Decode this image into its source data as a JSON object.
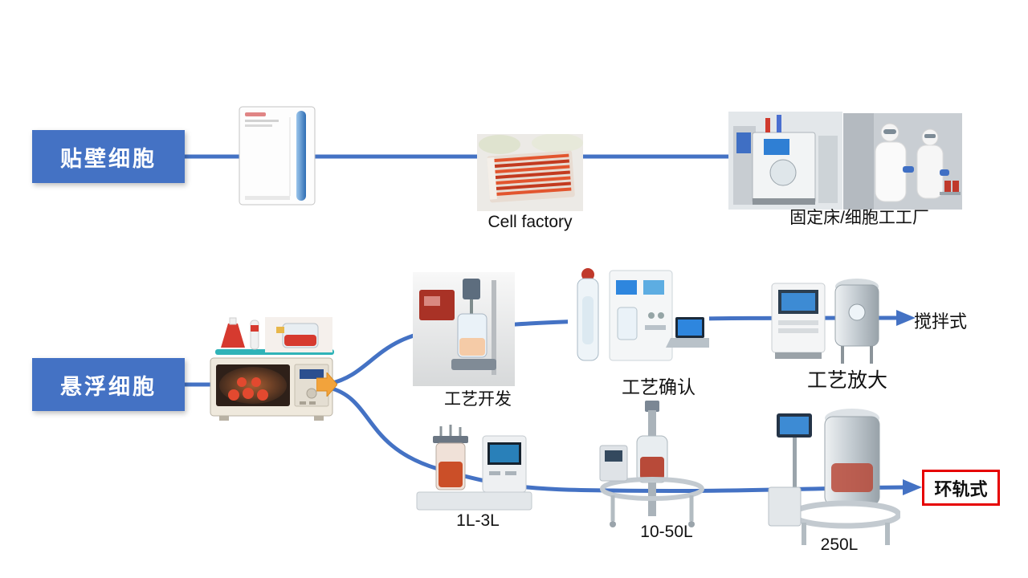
{
  "slide": {
    "background": "#ffffff",
    "colors": {
      "accent_blue": "#4472C4",
      "connector_blue": "#4472C4",
      "highlight_red_border": "#E60000",
      "orange_arrow": "#F2A33C",
      "text": "#111111"
    },
    "rows": {
      "adherent": {
        "label": "贴壁细胞",
        "items": [
          {
            "id": "co2-incubator",
            "caption": ""
          },
          {
            "id": "cell-factory",
            "caption": "Cell factory"
          },
          {
            "id": "fixed-bed-cell-factory",
            "caption": "固定床/细胞工工厂"
          }
        ]
      },
      "suspension": {
        "label": "悬浮细胞",
        "top_branch": {
          "steps": [
            {
              "id": "process-development",
              "caption": "工艺开发"
            },
            {
              "id": "process-confirmation",
              "caption": "工艺确认"
            },
            {
              "id": "process-scale-up",
              "caption": "工艺放大"
            }
          ],
          "terminal": "搅拌式"
        },
        "bottom_branch": {
          "steps": [
            {
              "id": "bioreactor-1-3l",
              "caption": "1L-3L"
            },
            {
              "id": "bioreactor-10-50l",
              "caption": "10-50L"
            },
            {
              "id": "bioreactor-250l",
              "caption": "250L"
            }
          ],
          "terminal": "环轨式"
        }
      }
    }
  }
}
